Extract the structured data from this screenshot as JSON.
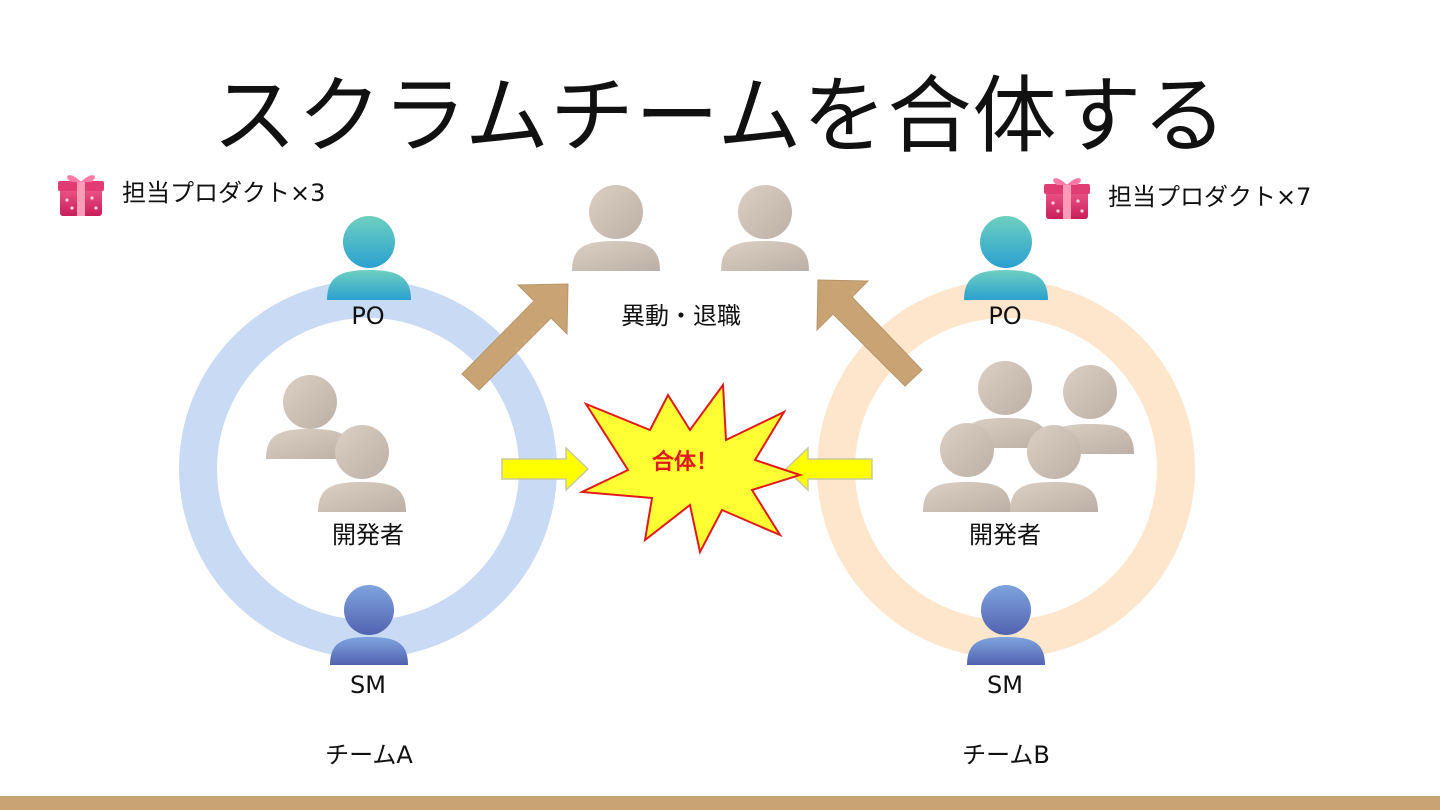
{
  "title": "スクラムチームを合体する",
  "center": {
    "leave_label": "異動・退職",
    "merge_label": "合体！"
  },
  "team_a": {
    "product": "担当プロダクト×3",
    "po": "PO",
    "dev": "開発者",
    "sm": "SM",
    "name": "チームA"
  },
  "team_b": {
    "product": "担当プロダクト×7",
    "po": "PO",
    "dev": "開発者",
    "sm": "SM",
    "name": "チームB"
  },
  "colors": {
    "ring_a": "#c9daf5",
    "ring_b": "#fde6cc",
    "arrow_tan": "#c8a475",
    "arrow_yellow": "#ffff00",
    "burst_fill": "#ffff33",
    "burst_stroke": "#e01a1a",
    "footer": "#c8a475"
  }
}
